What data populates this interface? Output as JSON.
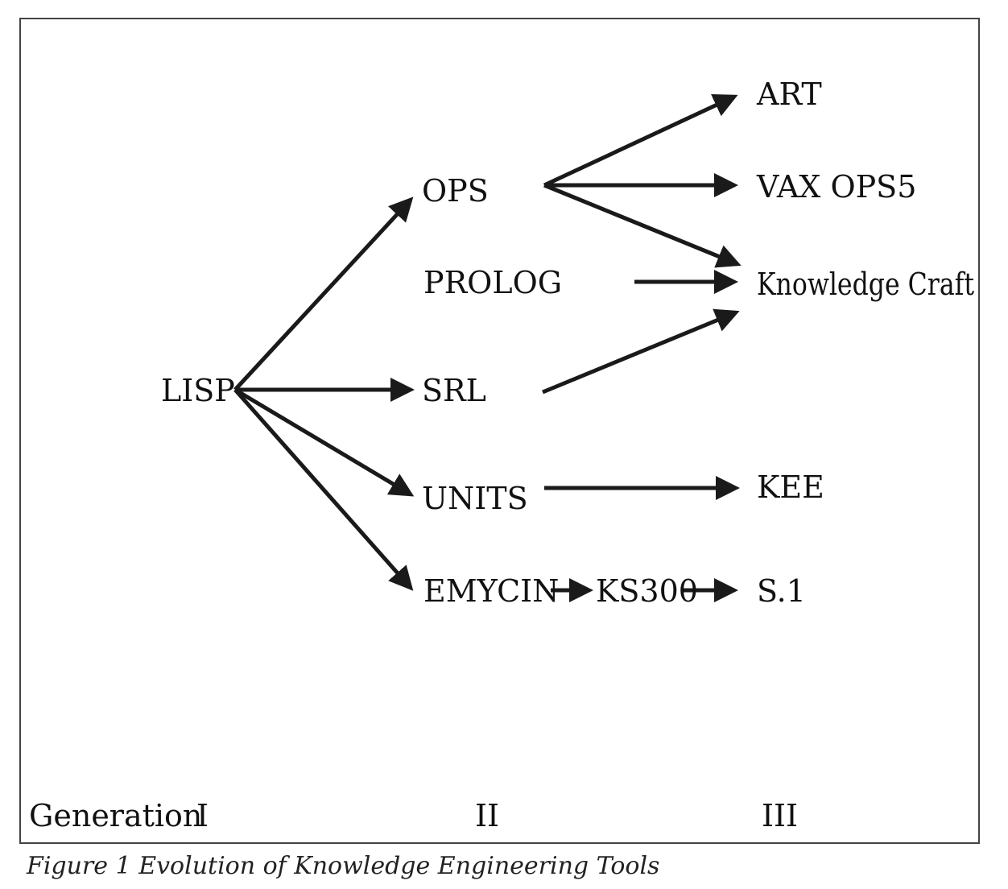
{
  "nodes": {
    "lisp": "LISP",
    "ops": "OPS",
    "prolog": "PROLOG",
    "srl": "SRL",
    "units": "UNITS",
    "emycin": "EMYCIN",
    "ks300": "KS300",
    "art": "ART",
    "vax_ops5": "VAX OPS5",
    "knowledge_craft": "Knowledge Craft",
    "kee": "KEE",
    "s1": "S.1"
  },
  "generations": {
    "label": "Generation",
    "g1": "I",
    "g2": "II",
    "g3": "III"
  },
  "edges": [
    {
      "from": "LISP",
      "to": "OPS"
    },
    {
      "from": "LISP",
      "to": "SRL"
    },
    {
      "from": "LISP",
      "to": "UNITS"
    },
    {
      "from": "LISP",
      "to": "EMYCIN"
    },
    {
      "from": "OPS",
      "to": "ART"
    },
    {
      "from": "OPS",
      "to": "VAX OPS5"
    },
    {
      "from": "OPS",
      "to": "Knowledge Craft"
    },
    {
      "from": "PROLOG",
      "to": "Knowledge Craft"
    },
    {
      "from": "SRL",
      "to": "Knowledge Craft"
    },
    {
      "from": "UNITS",
      "to": "KEE"
    },
    {
      "from": "EMYCIN",
      "to": "KS300"
    },
    {
      "from": "KS300",
      "to": "S.1"
    }
  ],
  "caption": "Figure 1  Evolution of Knowledge Engineering Tools"
}
